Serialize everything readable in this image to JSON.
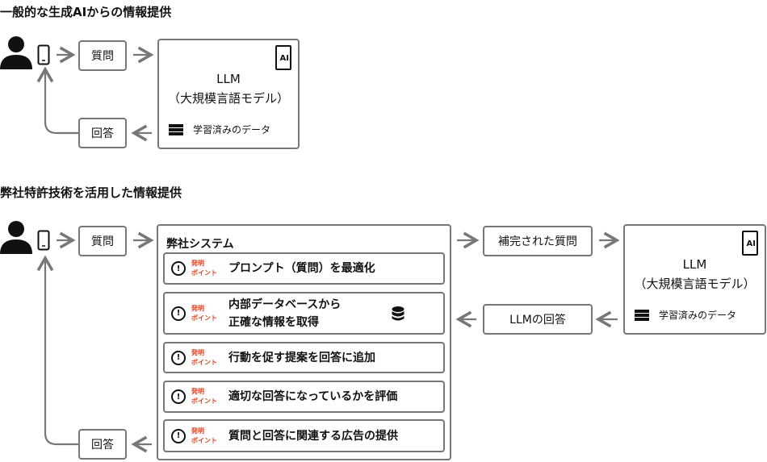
{
  "section1": {
    "title": "一般的な生成AIからの情報提供",
    "question": "質問",
    "answer": "回答",
    "llm": {
      "line1": "LLM",
      "line2": "（大規模言語モデル）",
      "ai_badge": "AI",
      "data_label": "学習済みのデータ"
    }
  },
  "section2": {
    "title": "弊社特許技術を活用した情報提供",
    "question": "質問",
    "answer": "回答",
    "system": {
      "title": "弊社システム",
      "point_label_1": "発明",
      "point_label_2": "ポイント",
      "items": [
        {
          "text": "プロンプト（質問）を最適化"
        },
        {
          "text": "内部データベースから",
          "text2": "正確な情報を取得"
        },
        {
          "text": "行動を促す提案を回答に追加"
        },
        {
          "text": "適切な回答になっているかを評価"
        },
        {
          "text": "質問と回答に関連する広告の提供"
        }
      ]
    },
    "completed_question": "補完された質問",
    "llm_answer": "LLMの回答",
    "llm": {
      "line1": "LLM",
      "line2": "（大規模言語モデル）",
      "ai_badge": "AI",
      "data_label": "学習済みのデータ"
    }
  },
  "colors": {
    "accent": "#e8401c",
    "border": "#777777"
  }
}
